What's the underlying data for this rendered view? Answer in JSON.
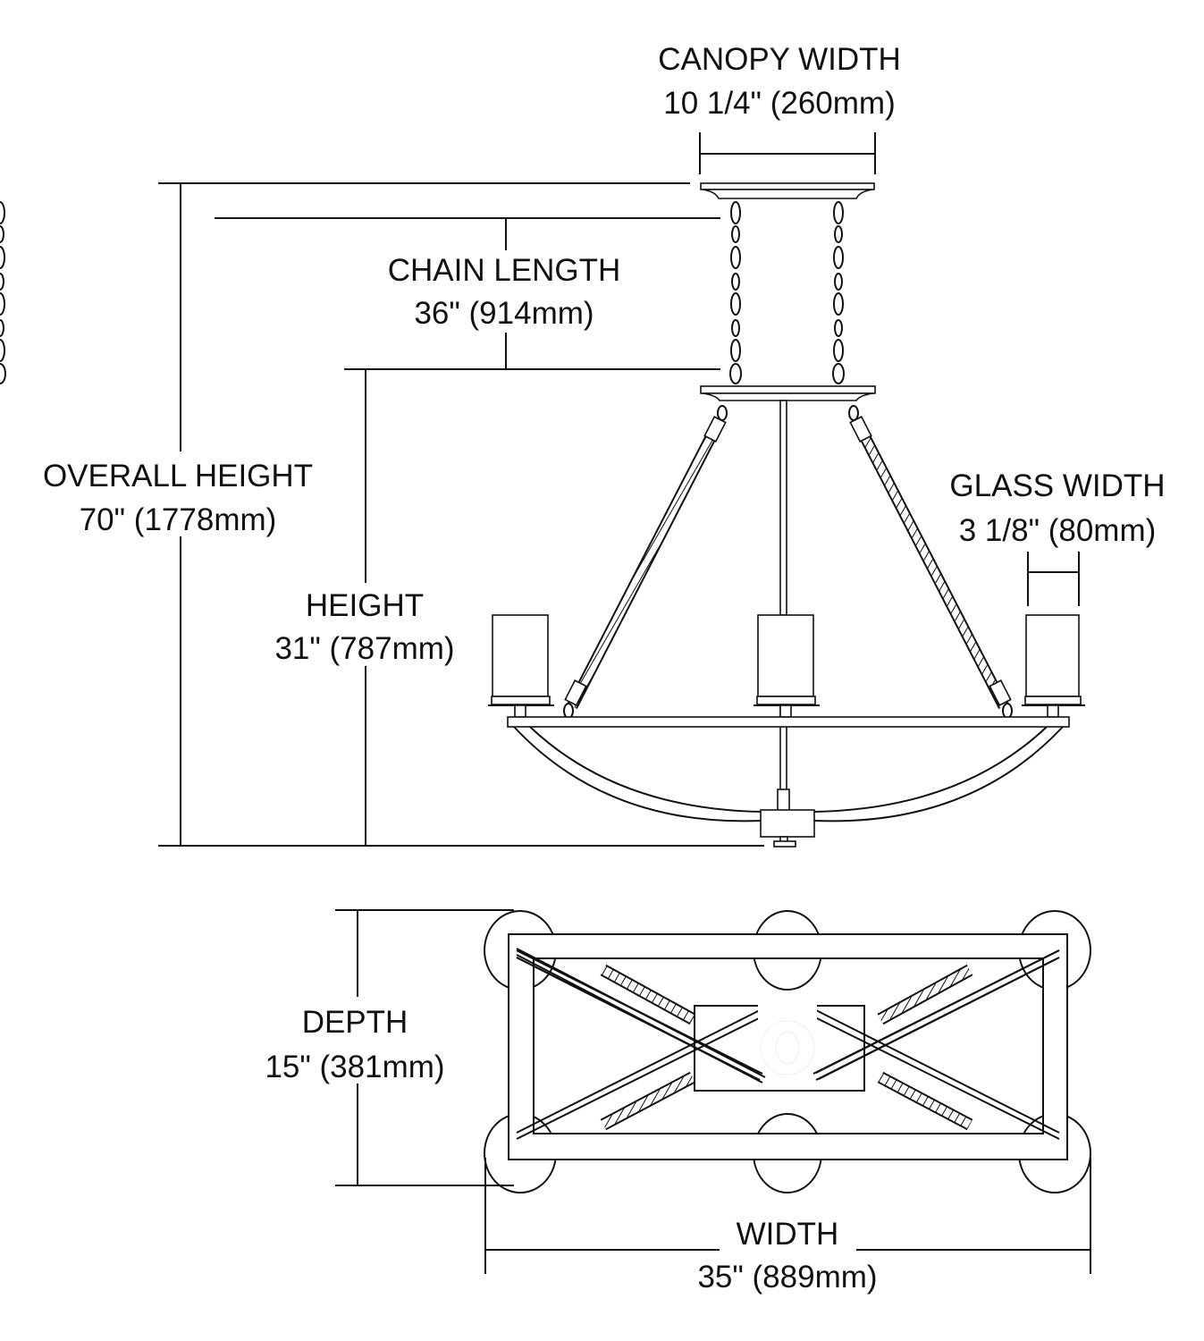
{
  "dimensions": {
    "canopy_width": {
      "label": "CANOPY WIDTH",
      "value": "10 1/4\" (260mm)"
    },
    "chain_length": {
      "label": "CHAIN LENGTH",
      "value": "36\" (914mm)"
    },
    "overall_height": {
      "label": "OVERALL HEIGHT",
      "value": "70\" (1778mm)"
    },
    "height": {
      "label": "HEIGHT",
      "value": "31\" (787mm)"
    },
    "glass_width": {
      "label": "GLASS WIDTH",
      "value": "3 1/8\" (80mm)"
    },
    "depth": {
      "label": "DEPTH",
      "value": "15\" (381mm)"
    },
    "width": {
      "label": "WIDTH",
      "value": "35\" (889mm)"
    }
  }
}
